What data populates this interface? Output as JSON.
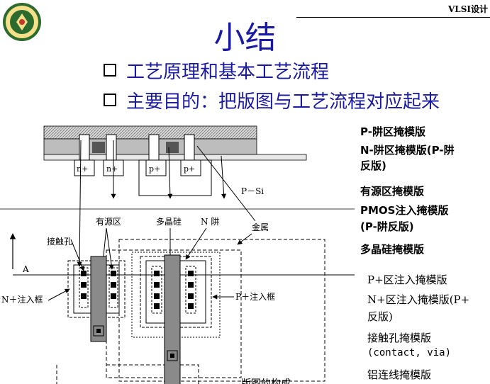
{
  "header": {
    "tag": "VLSI设计"
  },
  "slide": {
    "title": "小结",
    "bullets": [
      "工艺原理和基本工艺流程",
      "主要目的：把版图与工艺流程对应起来"
    ]
  },
  "diagram": {
    "cross_section_labels": {
      "n1": "n+",
      "n2": "n+",
      "p1": "p+",
      "p2": "p+",
      "psi": "P－Si"
    },
    "callouts": {
      "active": "有源区",
      "poly": "多晶硅",
      "nwell": "N 阱",
      "metal": "金属",
      "contact": "接触孔",
      "axis_a": "A",
      "n_implant": "N＋注入框",
      "p_implant": "P＋注入框",
      "caption_partial": "版图的构成"
    }
  },
  "mask_list": {
    "items": [
      "P-阱区掩模版",
      "N-阱区掩模版(P-阱",
      "反版)",
      "有源区掩模版",
      "PMOS注入掩模版",
      "(P-阱反版)",
      "多晶硅掩模版",
      "P+区注入掩模版",
      "N+区注入掩模版(P+",
      "反版)",
      "接触孔掩模版",
      "(contact, via)",
      "铝连线掩模版"
    ]
  }
}
